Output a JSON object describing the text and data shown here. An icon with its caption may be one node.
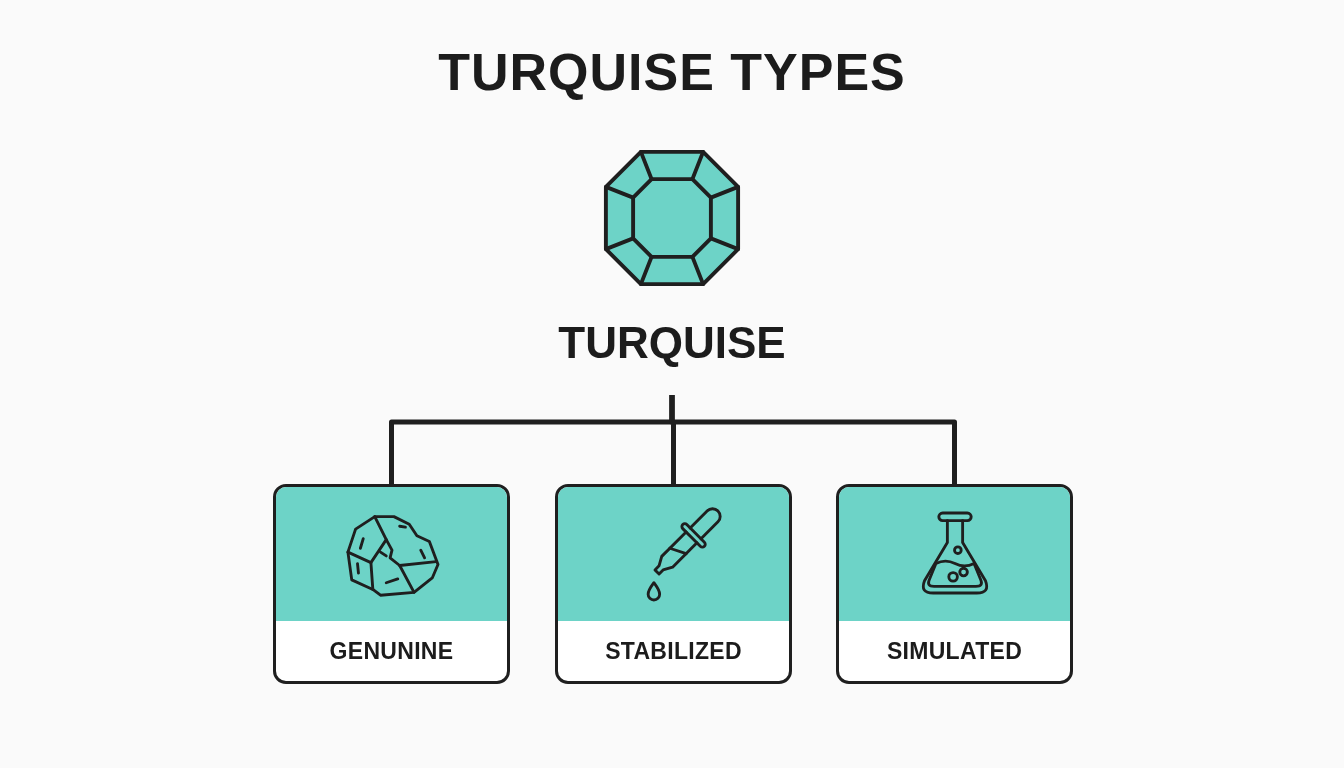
{
  "diagram": {
    "title": "TURQUISE TYPES",
    "nodes": [
      {
        "text": [
          "TURQUISE"
        ]
      },
      {
        "text": [
          "GENUNINE"
        ]
      },
      {
        "text": [
          "STABILIZED"
        ]
      },
      {
        "text": [
          "SIMULATED"
        ]
      }
    ],
    "edges": [
      {
        "from": 0,
        "to": 1,
        "arrow": "none"
      },
      {
        "from": 0,
        "to": 2,
        "arrow": "none"
      },
      {
        "from": 0,
        "to": 3,
        "arrow": "none"
      }
    ]
  }
}
